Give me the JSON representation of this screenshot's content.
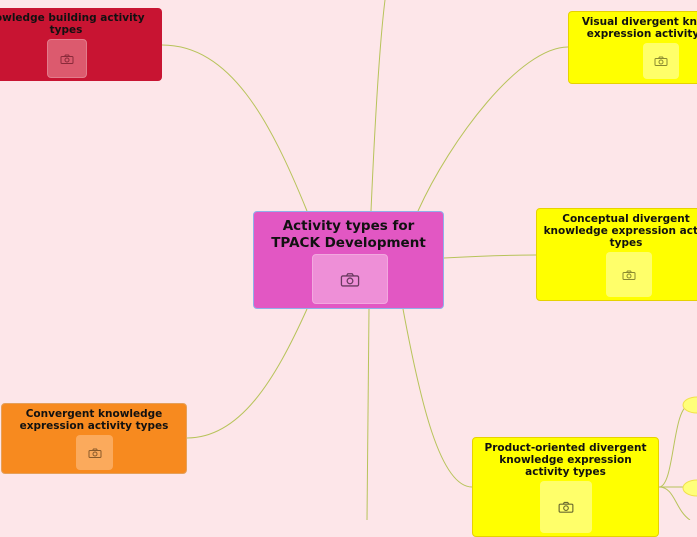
{
  "diagram": {
    "type": "mind-map",
    "colors": {
      "background": "#fde6e9",
      "connector": "#b7c35a",
      "central": "#e257c3",
      "knowledge_building": "#c81432",
      "divergent": "#ffff00",
      "convergent": "#f78a1f"
    },
    "central_topic": {
      "label": "Activity types for TPACK Development",
      "icon": "camera-icon"
    },
    "branches": [
      {
        "id": "knowledge-building",
        "label": "nowledge building activity types",
        "icon": "camera-icon"
      },
      {
        "id": "visual-divergent",
        "label": "Visual divergent kno expression activity",
        "icon": "camera-icon"
      },
      {
        "id": "conceptual-divergent",
        "label": "Conceptual divergent knowledge expression activ types",
        "icon": "camera-icon"
      },
      {
        "id": "convergent",
        "label": "Convergent knowledge expression activity types",
        "icon": "camera-icon"
      },
      {
        "id": "product-oriented-divergent",
        "label": "Product-oriented divergent knowledge expression activity types",
        "icon": "camera-icon"
      }
    ]
  }
}
